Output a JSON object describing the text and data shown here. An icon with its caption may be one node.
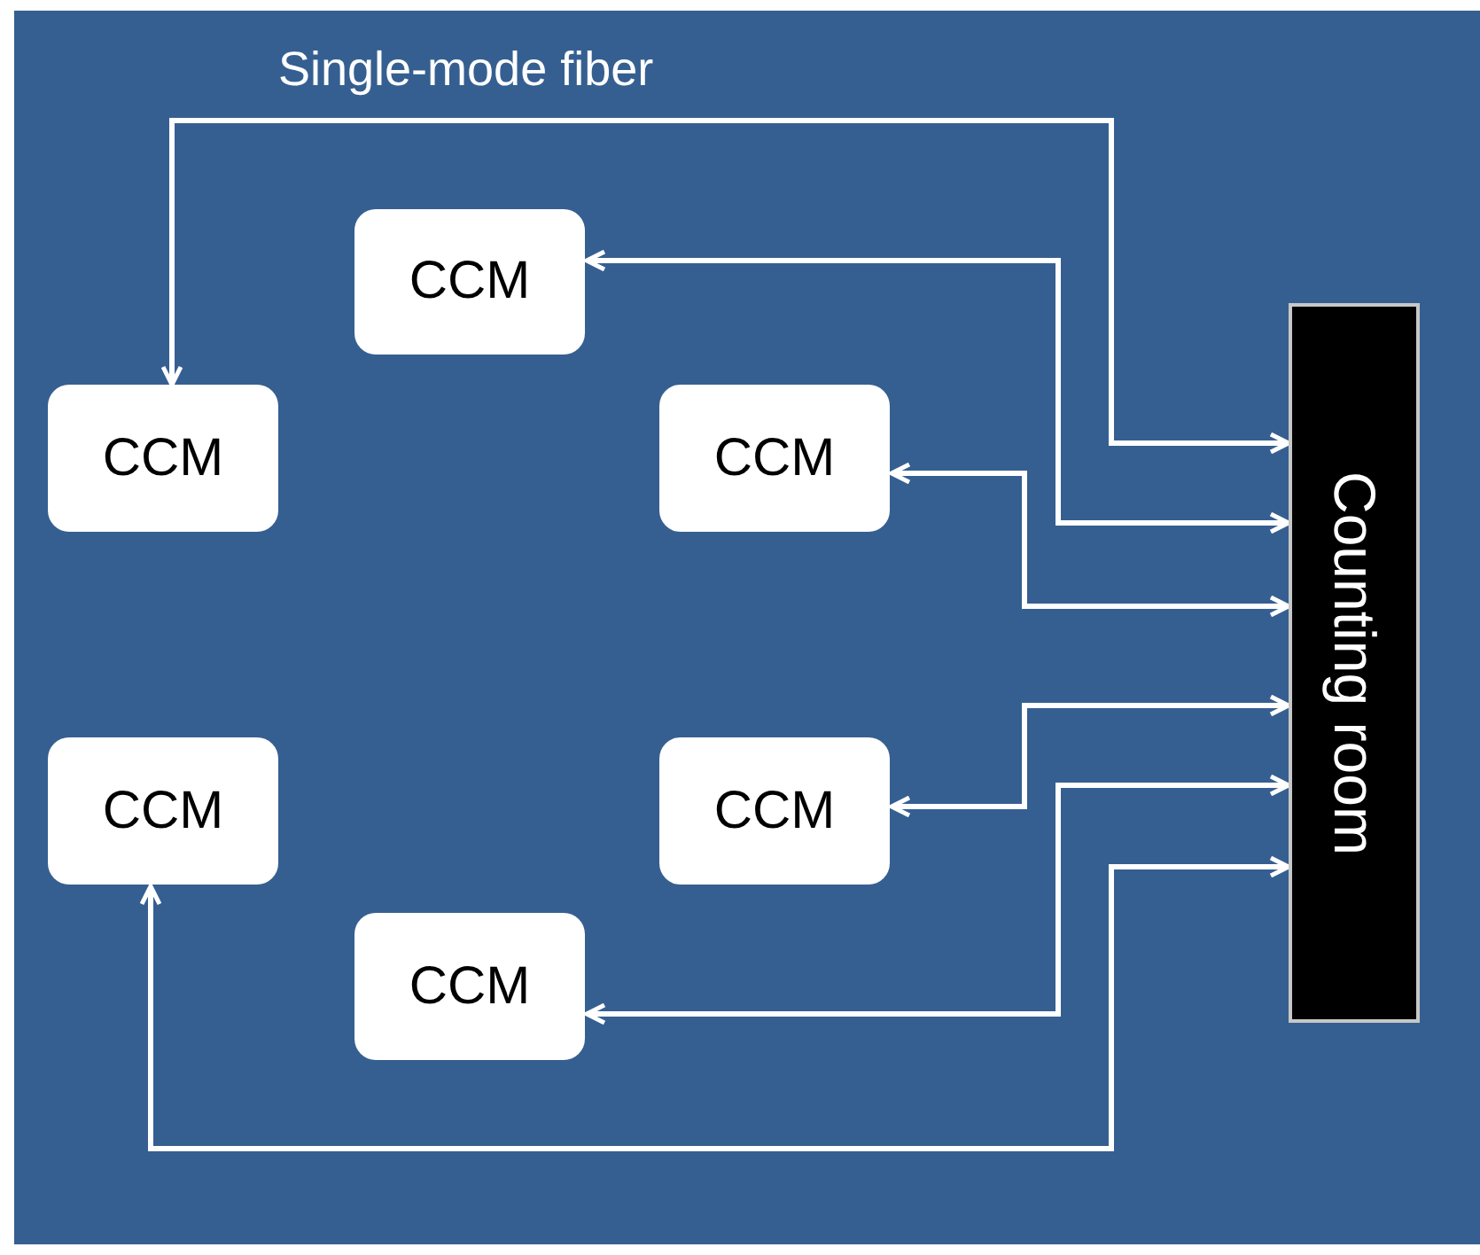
{
  "diagram": {
    "nodes": [
      {
        "text": [
          "CCM"
        ]
      },
      {
        "text": [
          "CCM"
        ]
      },
      {
        "text": [
          "CCM"
        ]
      },
      {
        "text": [
          "CCM"
        ]
      },
      {
        "text": [
          "CCM"
        ]
      },
      {
        "text": [
          "CCM"
        ]
      },
      {
        "text": [
          "Counting room"
        ]
      }
    ],
    "edges": [
      {
        "from": 1,
        "to": 6,
        "arrow": "both",
        "label": "Single-mode fiber"
      },
      {
        "from": 0,
        "to": 6,
        "arrow": "both"
      },
      {
        "from": 2,
        "to": 6,
        "arrow": "both"
      },
      {
        "from": 4,
        "to": 6,
        "arrow": "both"
      },
      {
        "from": 5,
        "to": 6,
        "arrow": "both"
      },
      {
        "from": 3,
        "to": 6,
        "arrow": "both"
      }
    ]
  }
}
